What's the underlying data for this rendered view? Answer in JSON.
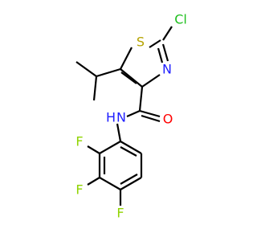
{
  "molecule": {
    "atoms": {
      "cl": {
        "symbol": "Cl",
        "color": "#1fbf1f"
      },
      "s1": {
        "symbol": "S",
        "color": "#b5a300"
      },
      "n3": {
        "symbol": "N",
        "color": "#2020ff"
      },
      "o": {
        "symbol": "O",
        "color": "#ff0000"
      },
      "nh": {
        "symbol": "N",
        "h": "H",
        "color": "#2020ff"
      },
      "f2": {
        "symbol": "F",
        "color": "#8fd400"
      },
      "f3": {
        "symbol": "F",
        "color": "#8fd400"
      },
      "f4": {
        "symbol": "F",
        "color": "#8fd400"
      }
    },
    "bond_color": "#000000",
    "background": "#ffffff"
  }
}
